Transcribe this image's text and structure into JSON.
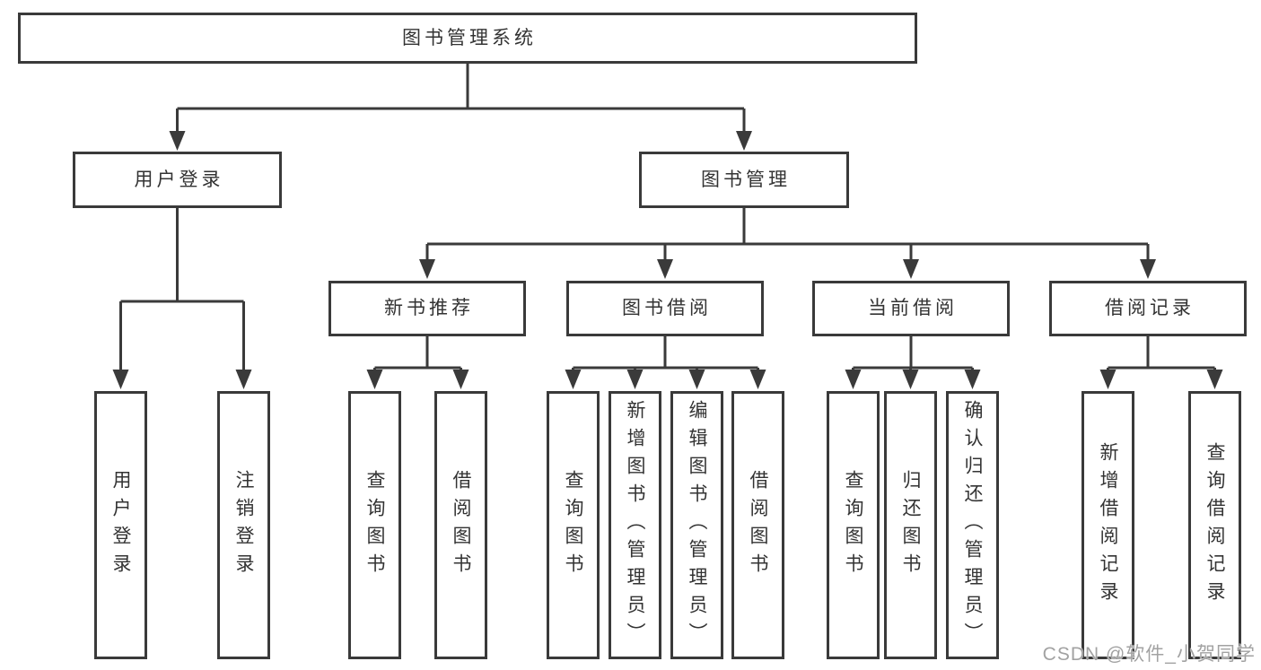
{
  "tree": {
    "label": "图书管理系统",
    "children": [
      {
        "label": "用户登录",
        "children": [
          {
            "label": "用户登录"
          },
          {
            "label": "注销登录"
          }
        ]
      },
      {
        "label": "图书管理",
        "children": [
          {
            "label": "新书推荐",
            "children": [
              {
                "label": "查询图书"
              },
              {
                "label": "借阅图书"
              }
            ]
          },
          {
            "label": "图书借阅",
            "children": [
              {
                "label": "查询图书"
              },
              {
                "label": "新增图书（管理员）"
              },
              {
                "label": "编辑图书（管理员）"
              },
              {
                "label": "借阅图书"
              }
            ]
          },
          {
            "label": "当前借阅",
            "children": [
              {
                "label": "查询图书"
              },
              {
                "label": "归还图书"
              },
              {
                "label": "确认归还（管理员）"
              }
            ]
          },
          {
            "label": "借阅记录",
            "children": [
              {
                "label": "新增借阅记录"
              },
              {
                "label": "查询借阅记录"
              }
            ]
          }
        ]
      }
    ]
  },
  "watermark": {
    "text": "CSDN @软件_小贺同学"
  },
  "colors": {
    "line": "#3a3a3a",
    "text": "#333333",
    "box_background": "#ffffff",
    "watermark": "#a2a2a2",
    "background": "#ffffff"
  }
}
